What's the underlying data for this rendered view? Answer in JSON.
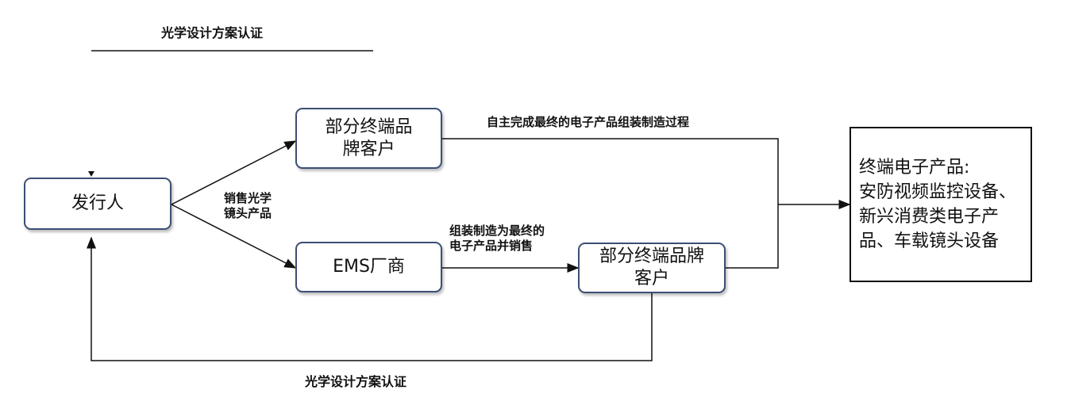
{
  "top_label": "光学设计方案认证",
  "bottom_label": "光学设计方案认证",
  "nodes": {
    "issuer": "发行人",
    "brand_top": "部分终端品\n牌客户",
    "ems": "EMS厂商",
    "brand_bottom": "部分终端品牌\n客户",
    "final": "终端电子产品:\n安防视频监控设备、\n新兴消费类电子产\n品、车载镜头设备"
  },
  "edge_labels": {
    "sell": "销售光学\n镜头产品",
    "self_assembly": "自主完成最终的电子产品组装制造过程",
    "ems_assembly": "组装制造为最终的\n电子产品并销售"
  }
}
